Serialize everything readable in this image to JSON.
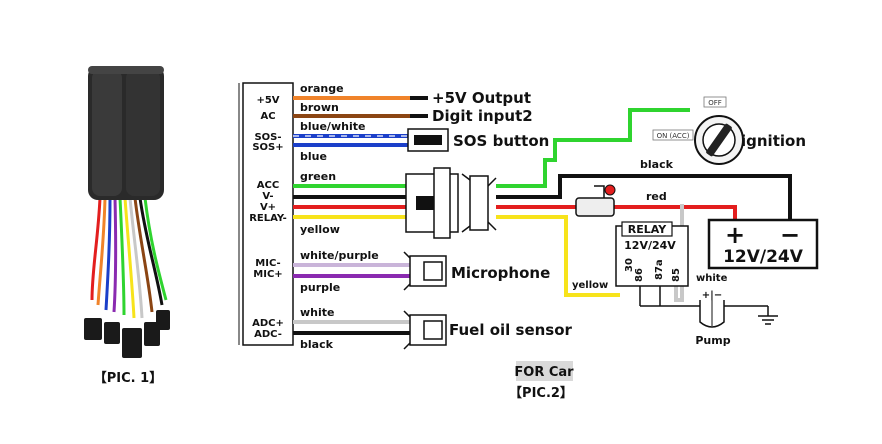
{
  "device_caption": "【PIC. 1】",
  "diagram_caption": "FOR Car",
  "diagram_subcaption": "【PIC.2】",
  "pins": [
    "+5V",
    "AC",
    "SOS-",
    "SOS+",
    "ACC",
    "V-",
    "V+",
    "RELAY-",
    "MIC-",
    "MIC+",
    "ADC+",
    "ADC-"
  ],
  "wires": [
    {
      "label": "orange",
      "color": "#f0832a"
    },
    {
      "label": "brown",
      "color": "#8b4513"
    },
    {
      "label": "blue/white",
      "color": "#1b3fc9"
    },
    {
      "label": "blue",
      "color": "#1b3fc9"
    },
    {
      "label": "green",
      "color": "#2fd42f"
    },
    {
      "label": "black",
      "color": "#111111"
    },
    {
      "label": "red",
      "color": "#e31e1e"
    },
    {
      "label": "yellow",
      "color": "#f7e31b"
    },
    {
      "label": "white/purple",
      "color": "#c9b4d9"
    },
    {
      "label": "purple",
      "color": "#8a2ab0"
    },
    {
      "label": "white",
      "color": "#c8c8c8"
    },
    {
      "label": "black",
      "color": "#111111"
    }
  ],
  "outputs": {
    "plus5v": "+5V Output",
    "digit_input": "Digit input2",
    "sos": "SOS button",
    "microphone": "Microphone",
    "fuel": "Fuel oil sensor",
    "ignition": "ignition"
  },
  "ignition_switch": {
    "off": "OFF",
    "on": "ON (ACC)"
  },
  "power_wires": {
    "black": "black",
    "red": "red",
    "yellow": "yellow",
    "white": "white"
  },
  "battery": {
    "label": "12V/24V",
    "plus": "+",
    "minus": "−"
  },
  "relay": {
    "title": "RELAY",
    "voltage": "12V/24V",
    "pins": [
      "30",
      "86",
      "87a",
      "85"
    ]
  },
  "pump": {
    "label": "Pump",
    "polarity": "+|−"
  }
}
